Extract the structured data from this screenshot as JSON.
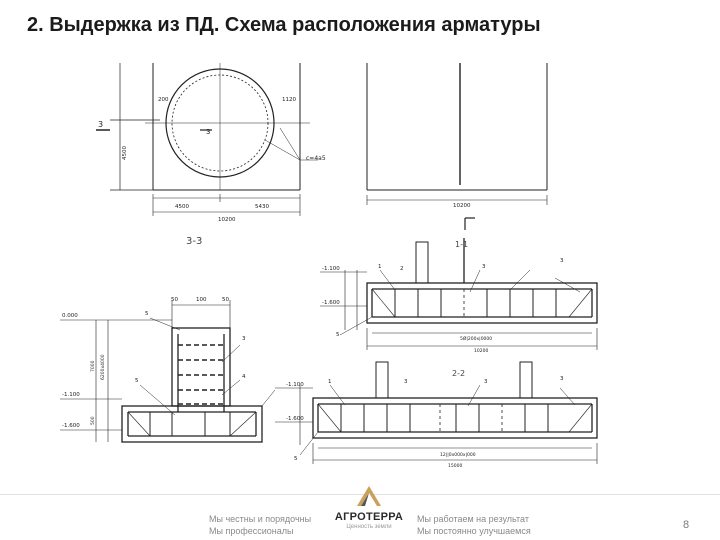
{
  "slide": {
    "title": "2. Выдержка из ПД. Схема расположения арматуры",
    "page_number": "8"
  },
  "drawing": {
    "section_a_label": "3-3",
    "section_b_label": "1-1",
    "section_c_label": "2-2",
    "top_left": {
      "dims_bottom": [
        "4500",
        "5430",
        "10200"
      ],
      "dim_vertical": "4500",
      "cut_marks": [
        "3",
        "3"
      ],
      "corner_dims": [
        "200",
        "1120"
      ],
      "note": "с=4а5"
    },
    "top_right": {
      "dim_bottom": "10200"
    },
    "section_a": {
      "elevations": [
        "0.000",
        "-1.100",
        "-1.600"
      ],
      "dims_top": [
        "50",
        "100",
        "50"
      ],
      "rebar_call": [
        "5",
        "3",
        "4",
        "5"
      ],
      "dims_vertical": [
        "6200x4000",
        "7000",
        "500"
      ]
    },
    "section_b": {
      "elevations": [
        "-1.100",
        "-1.600"
      ],
      "dims": [
        "5Ø|200x|0000",
        "10200"
      ],
      "rebar_call": [
        "1",
        "2",
        "3",
        "3",
        "5"
      ]
    },
    "section_c": {
      "elevations": [
        "-1.100",
        "-1.600"
      ],
      "dims": [
        "12||0x000x|000",
        "15000"
      ],
      "rebar_call": [
        "1",
        "3",
        "3",
        "3",
        "5"
      ]
    }
  },
  "footer": {
    "left_slogan": [
      "Мы честны и порядочны",
      "Мы профессионалы"
    ],
    "brand": "АГРОТЕРРА",
    "brand_sub": "Ценность земли",
    "right_slogan": [
      "Мы работаем на результат",
      "Мы постоянно улучшаемся"
    ]
  },
  "colors": {
    "title": "#1b1b1b",
    "logo_gold": "#c9a15a",
    "logo_dark": "#555555",
    "line": "#222222"
  }
}
